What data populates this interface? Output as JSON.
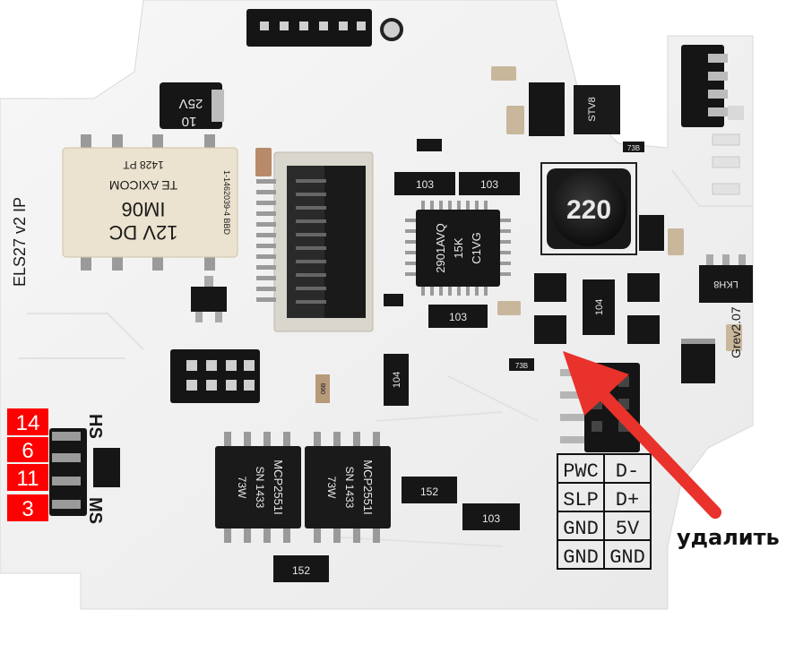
{
  "board": {
    "name": "ELS27 v2 IP",
    "edge_text": "Grev2.07"
  },
  "relay": {
    "line1": "12V DC",
    "line2": "IM06",
    "line3": "TE AXICOM",
    "line4": "1428 PT",
    "side": "1-1462039-4 BBD"
  },
  "chips": {
    "capacitor": {
      "line1": "25V",
      "line2": "10"
    },
    "inductor": "220",
    "controller": {
      "line1": "2901AVQ",
      "line2": "15K",
      "line3": "C1VG"
    },
    "can1": {
      "line1": "MCP2551I",
      "line2": "SN 1433",
      "line3": "73W"
    },
    "can2": {
      "line1": "MCP2551I",
      "line2": "SN 1433",
      "line3": "73W"
    },
    "sot_top": "STV8",
    "sot_right": "LKH8",
    "sot_mid": "104"
  },
  "resistors": {
    "r_103_a": "103",
    "r_103_b": "103",
    "r_103_c": "103",
    "r_103_d": "103",
    "r_152_a": "152",
    "r_152_b": "152",
    "r_104": "104",
    "r_73b_a": "73B",
    "r_73b_b": "73B",
    "r_06b": "06B"
  },
  "silkscreen": {
    "hs": "HS",
    "ms": "MS",
    "jumper_labels": [
      "PWC",
      "D-",
      "SLP",
      "D+",
      "GND",
      "5V",
      "GND",
      "GND"
    ]
  },
  "pin_labels": [
    "14",
    "6",
    "11",
    "3"
  ],
  "annotation": {
    "caption": "удалить",
    "arrow_color": "#e8322b"
  },
  "colors": {
    "board": "#f2f2f2",
    "chip": "#1b1b1b",
    "pin_label_bg": "#ff0000"
  }
}
